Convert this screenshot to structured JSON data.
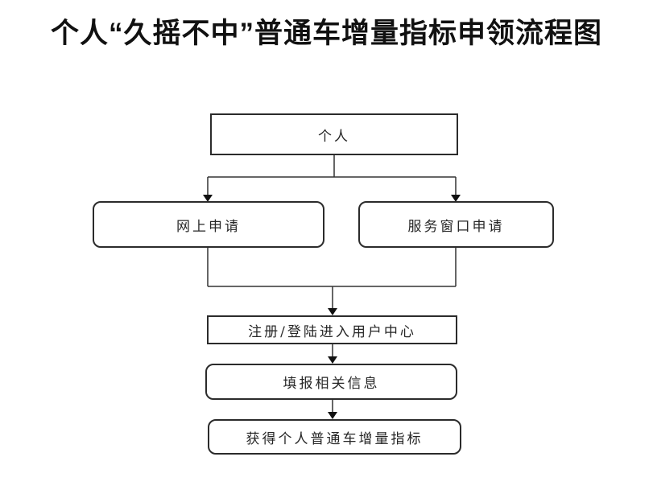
{
  "title": "个人“久摇不中”普通车增量指标申领流程图",
  "nodes": {
    "individual": {
      "label": "个人",
      "shape": "rectangle"
    },
    "online_apply": {
      "label": "网上申请",
      "shape": "rounded"
    },
    "window_apply": {
      "label": "服务窗口申请",
      "shape": "rounded"
    },
    "register_login": {
      "label": "注册/登陆进入用户中心",
      "shape": "rectangle"
    },
    "fill_info": {
      "label": "填报相关信息",
      "shape": "rounded"
    },
    "obtain_quota": {
      "label": "获得个人普通车增量指标",
      "shape": "rounded"
    }
  },
  "edges": [
    {
      "from": "individual",
      "to": "online_apply"
    },
    {
      "from": "individual",
      "to": "window_apply"
    },
    {
      "from": "online_apply",
      "to": "register_login"
    },
    {
      "from": "window_apply",
      "to": "register_login"
    },
    {
      "from": "register_login",
      "to": "fill_info"
    },
    {
      "from": "fill_info",
      "to": "obtain_quota"
    }
  ],
  "colors": {
    "background": "#ffffff",
    "box_border": "#2b2b2b",
    "connector_line": "#333333",
    "arrowhead": "#111111",
    "text": "#262626",
    "title_text": "#111111"
  }
}
